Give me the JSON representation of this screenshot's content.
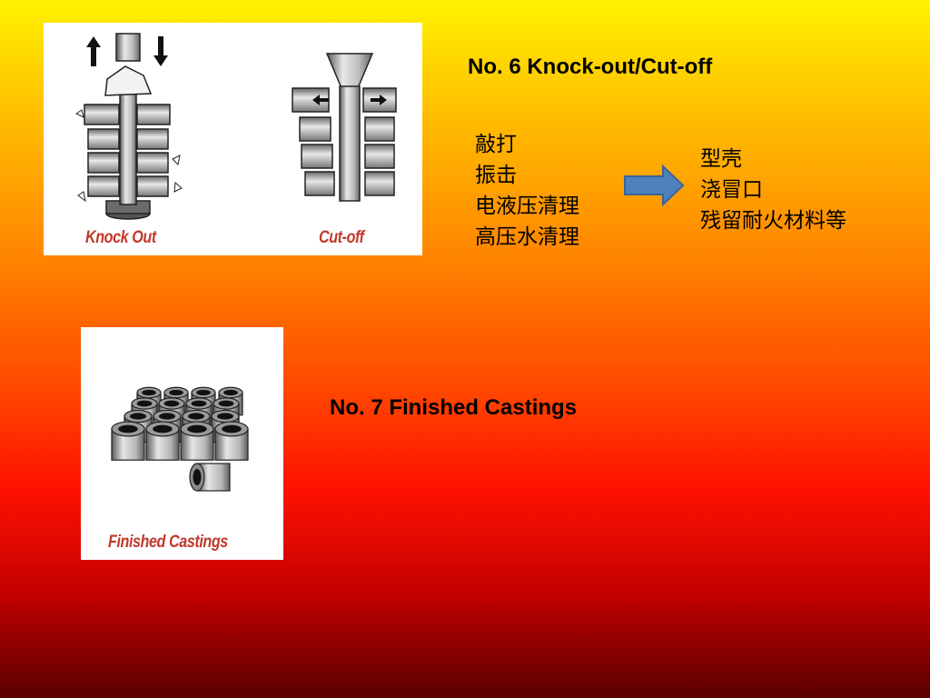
{
  "slide": {
    "background_colors": [
      "#fff200",
      "#ff8a00",
      "#ff1200",
      "#5a0000"
    ]
  },
  "step6": {
    "title": "No. 6 Knock-out/Cut-off",
    "image": {
      "knock_out_caption": "Knock Out",
      "cut_off_caption": "Cut-off"
    },
    "methods": [
      "敲打",
      "振击",
      "电液压清理",
      "高压水清理"
    ],
    "removes": [
      "型壳",
      "浇冒口",
      "残留耐火材料等"
    ],
    "arrow_color": "#4f81bd"
  },
  "step7": {
    "title": "No. 7 Finished Castings",
    "image": {
      "caption": "Finished Castings"
    }
  }
}
